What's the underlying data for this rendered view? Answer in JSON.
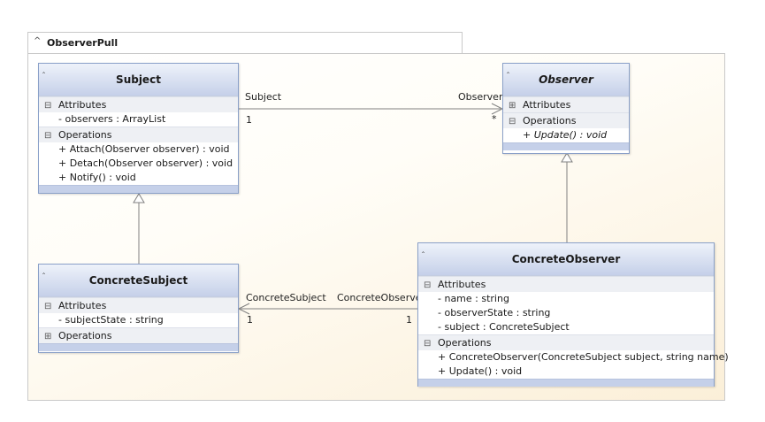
{
  "package": {
    "title": "ObserverPull",
    "chevron": "^"
  },
  "classes": {
    "subject": {
      "name": "Subject",
      "attributes_label": "Attributes",
      "attributes": [
        "- observers : ArrayList"
      ],
      "operations_label": "Operations",
      "operations": [
        "+ Attach(Observer observer) : void",
        "+ Detach(Observer observer) : void",
        "+ Notify() : void"
      ]
    },
    "observer": {
      "name": "Observer",
      "attributes_label": "Attributes",
      "operations_label": "Operations",
      "operations": [
        "+ Update() : void"
      ]
    },
    "concrete_subject": {
      "name": "ConcreteSubject",
      "attributes_label": "Attributes",
      "attributes": [
        "- subjectState : string"
      ],
      "operations_label": "Operations"
    },
    "concrete_observer": {
      "name": "ConcreteObserver",
      "attributes_label": "Attributes",
      "attributes": [
        "- name : string",
        "- observerState : string",
        "- subject : ConcreteSubject"
      ],
      "operations_label": "Operations",
      "operations": [
        "+ ConcreteObserver(ConcreteSubject subject, string name)",
        "+ Update() : void"
      ]
    }
  },
  "associations": {
    "subject_observer": {
      "source_role": "Subject",
      "source_mult": "1",
      "target_role": "Observer",
      "target_mult": "*"
    },
    "observer_subject": {
      "source_role": "ConcreteObserver",
      "source_mult": "1",
      "target_role": "ConcreteSubject",
      "target_mult": "1"
    }
  },
  "icons": {
    "collapse": "chevron-up-icon",
    "section": "collapse-box-icon"
  },
  "colors": {
    "header_top": "#eef2fa",
    "header_bottom": "#c5d0e9",
    "border": "#8aa0c8",
    "connector": "#808080"
  }
}
